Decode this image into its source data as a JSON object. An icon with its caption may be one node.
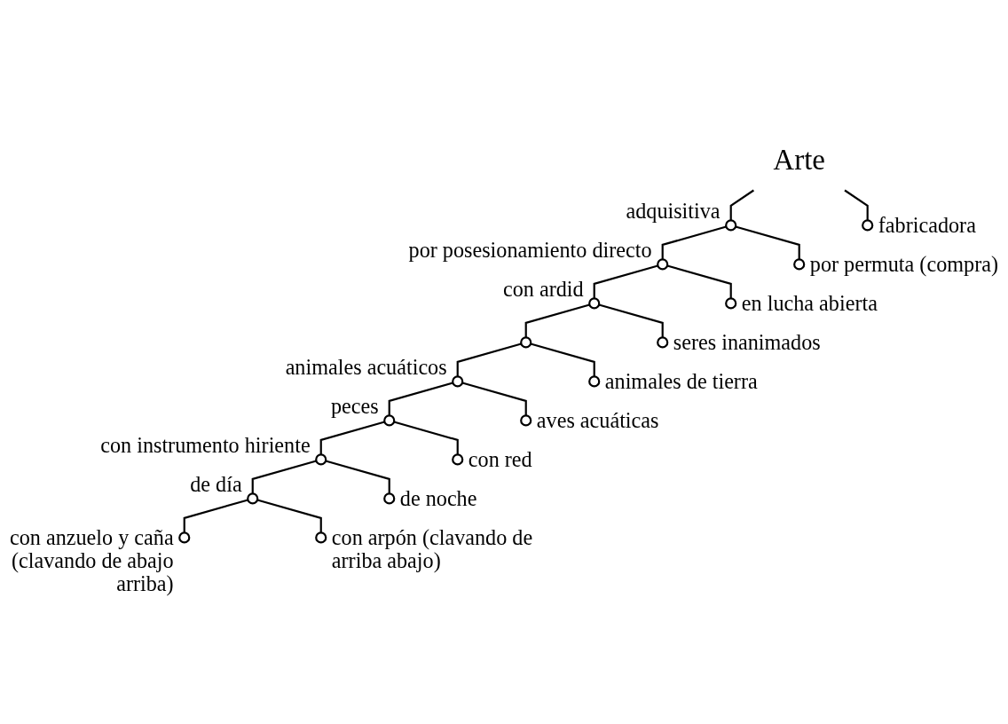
{
  "diagram": {
    "nodes": [
      {
        "text": [
          "Arte"
        ]
      },
      {
        "text": [],
        "shape": "circle",
        "beside": [
          "adquisitiva"
        ]
      },
      {
        "text": [],
        "shape": "circle",
        "beside": [
          "fabricadora"
        ]
      },
      {
        "text": [],
        "shape": "circle",
        "beside": [
          "por posesionamiento directo"
        ]
      },
      {
        "text": [],
        "shape": "circle",
        "beside": [
          "por permuta (compra)"
        ]
      },
      {
        "text": [],
        "shape": "circle",
        "beside": [
          "con ardid"
        ]
      },
      {
        "text": [],
        "shape": "circle",
        "beside": [
          "en lucha abierta"
        ]
      },
      {
        "text": [],
        "shape": "circle"
      },
      {
        "text": [],
        "shape": "circle",
        "beside": [
          "seres inanimados"
        ]
      },
      {
        "text": [],
        "shape": "circle",
        "beside": [
          "animales acuáticos"
        ]
      },
      {
        "text": [],
        "shape": "circle",
        "beside": [
          "animales de tierra"
        ]
      },
      {
        "text": [],
        "shape": "circle",
        "beside": [
          "peces"
        ]
      },
      {
        "text": [],
        "shape": "circle",
        "beside": [
          "aves acuáticas"
        ]
      },
      {
        "text": [],
        "shape": "circle",
        "beside": [
          "con instrumento hiriente"
        ]
      },
      {
        "text": [],
        "shape": "circle",
        "beside": [
          "con red"
        ]
      },
      {
        "text": [],
        "shape": "circle",
        "beside": [
          "de día"
        ]
      },
      {
        "text": [],
        "shape": "circle",
        "beside": [
          "de noche"
        ]
      },
      {
        "text": [],
        "shape": "circle",
        "beside": [
          "con anzuelo y caña (clavando de abajo arriba)"
        ]
      },
      {
        "text": [],
        "shape": "circle",
        "beside": [
          "con arpón (clavando de arriba abajo)"
        ]
      }
    ],
    "edges": [
      {
        "from": 0,
        "to": 1,
        "arrow": "none"
      },
      {
        "from": 0,
        "to": 2,
        "arrow": "none"
      },
      {
        "from": 1,
        "to": 3,
        "arrow": "none"
      },
      {
        "from": 1,
        "to": 4,
        "arrow": "none"
      },
      {
        "from": 3,
        "to": 5,
        "arrow": "none"
      },
      {
        "from": 3,
        "to": 6,
        "arrow": "none"
      },
      {
        "from": 5,
        "to": 7,
        "arrow": "none"
      },
      {
        "from": 5,
        "to": 8,
        "arrow": "none"
      },
      {
        "from": 7,
        "to": 9,
        "arrow": "none"
      },
      {
        "from": 7,
        "to": 10,
        "arrow": "none"
      },
      {
        "from": 9,
        "to": 11,
        "arrow": "none"
      },
      {
        "from": 9,
        "to": 12,
        "arrow": "none"
      },
      {
        "from": 11,
        "to": 13,
        "arrow": "none"
      },
      {
        "from": 11,
        "to": 14,
        "arrow": "none"
      },
      {
        "from": 13,
        "to": 15,
        "arrow": "none"
      },
      {
        "from": 13,
        "to": 16,
        "arrow": "none"
      },
      {
        "from": 15,
        "to": 17,
        "arrow": "none"
      },
      {
        "from": 15,
        "to": 18,
        "arrow": "none"
      }
    ]
  }
}
